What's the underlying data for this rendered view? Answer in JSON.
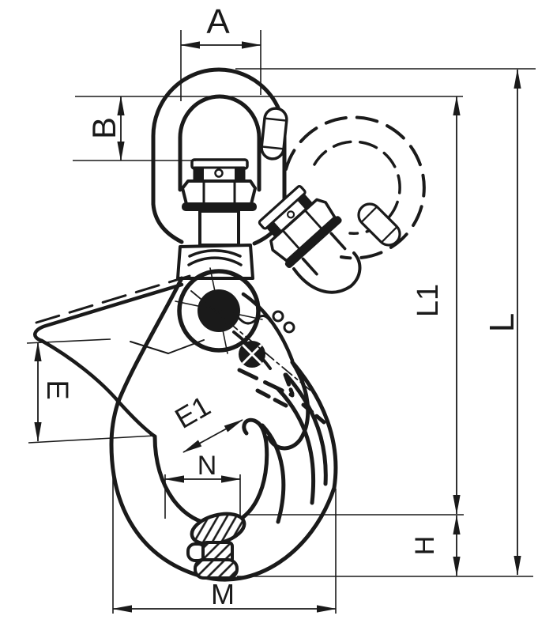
{
  "drawing": {
    "stroke_color": "#1a1a1a",
    "background_color": "#ffffff",
    "dimension_labels": {
      "a": "A",
      "b": "B",
      "e": "E",
      "e1": "E1",
      "n": "N",
      "m": "M",
      "h": "H",
      "l1": "L1",
      "l": "L"
    }
  }
}
